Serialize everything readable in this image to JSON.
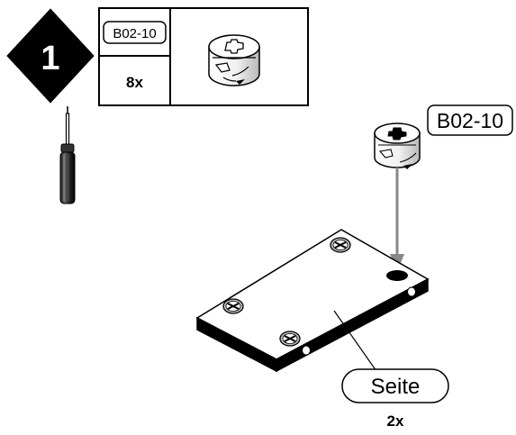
{
  "step": {
    "number": "1"
  },
  "parts_box": {
    "code": "B02-10",
    "quantity": "8x"
  },
  "callout": {
    "code": "B02-10"
  },
  "panel_label": {
    "name": "Seite",
    "quantity": "2x"
  },
  "colors": {
    "ink": "#000000",
    "paper": "#ffffff",
    "arrow": "#888888",
    "shade": "#bbbbbb"
  },
  "icons": {
    "tool": "screwdriver-icon",
    "fastener": "cam-lock-icon"
  }
}
